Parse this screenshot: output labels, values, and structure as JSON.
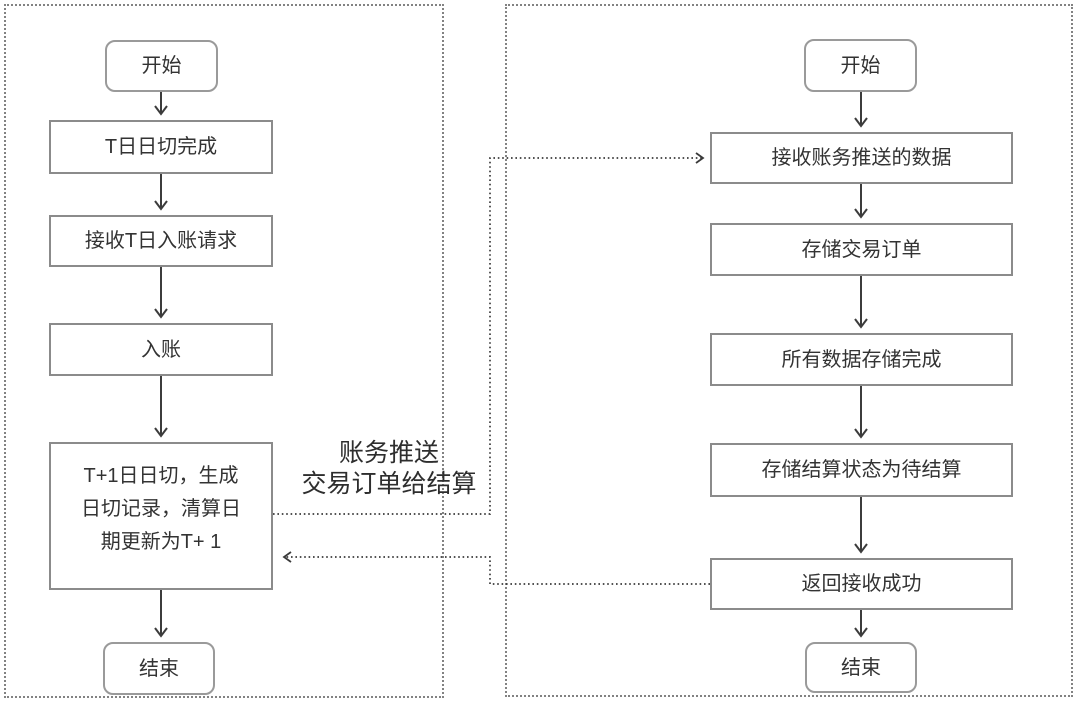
{
  "diagram": {
    "left_flow": {
      "nodes": [
        {
          "id": "left-start",
          "type": "terminal",
          "label": "开始"
        },
        {
          "id": "t-day-cutover-complete",
          "type": "process",
          "label": "T日日切完成"
        },
        {
          "id": "receive-t-day-posting-request",
          "type": "process",
          "label": "接收T日入账请求"
        },
        {
          "id": "posting",
          "type": "process",
          "label": "入账"
        },
        {
          "id": "t-plus1-cutover",
          "type": "process",
          "label": "T+1日日切，生成日切记录，清算日期更新为T+ 1",
          "lines": [
            "T+1日日切，生成",
            "日切记录，清算日",
            "期更新为T+ 1"
          ]
        },
        {
          "id": "left-end",
          "type": "terminal",
          "label": "结束"
        }
      ]
    },
    "right_flow": {
      "nodes": [
        {
          "id": "right-start",
          "type": "terminal",
          "label": "开始"
        },
        {
          "id": "receive-pushed-data",
          "type": "process",
          "label": "接收账务推送的数据"
        },
        {
          "id": "store-trade-orders",
          "type": "process",
          "label": "存储交易订单"
        },
        {
          "id": "all-data-stored",
          "type": "process",
          "label": "所有数据存储完成"
        },
        {
          "id": "store-settlement-status-pending",
          "type": "process",
          "label": "存储结算状态为待结算"
        },
        {
          "id": "return-receive-success",
          "type": "process",
          "label": "返回接收成功"
        },
        {
          "id": "right-end",
          "type": "terminal",
          "label": "结束"
        }
      ]
    },
    "connector_label": {
      "line1": "账务推送",
      "line2": "交易订单给结算"
    },
    "edges": {
      "left_solid": [
        {
          "from": "left-start",
          "to": "t-day-cutover-complete"
        },
        {
          "from": "t-day-cutover-complete",
          "to": "receive-t-day-posting-request"
        },
        {
          "from": "receive-t-day-posting-request",
          "to": "posting"
        },
        {
          "from": "posting",
          "to": "t-plus1-cutover"
        },
        {
          "from": "t-plus1-cutover",
          "to": "left-end"
        }
      ],
      "right_solid": [
        {
          "from": "right-start",
          "to": "receive-pushed-data"
        },
        {
          "from": "receive-pushed-data",
          "to": "store-trade-orders"
        },
        {
          "from": "store-trade-orders",
          "to": "all-data-stored"
        },
        {
          "from": "all-data-stored",
          "to": "store-settlement-status-pending"
        },
        {
          "from": "store-settlement-status-pending",
          "to": "return-receive-success"
        },
        {
          "from": "return-receive-success",
          "to": "right-end"
        }
      ],
      "cross_dotted": [
        {
          "from": "t-plus1-cutover",
          "to": "receive-pushed-data",
          "label": "账务推送交易订单给结算"
        },
        {
          "from": "return-receive-success",
          "to": "t-plus1-cutover",
          "label": ""
        }
      ]
    },
    "colors": {
      "background": "#ffffff",
      "process_border": "#8b8b8b",
      "terminal_border": "#9a9a9a",
      "panel_border": "#828282",
      "arrow": "#3c3c3c",
      "text": "#333333",
      "label_text": "#2e2e2e"
    }
  }
}
